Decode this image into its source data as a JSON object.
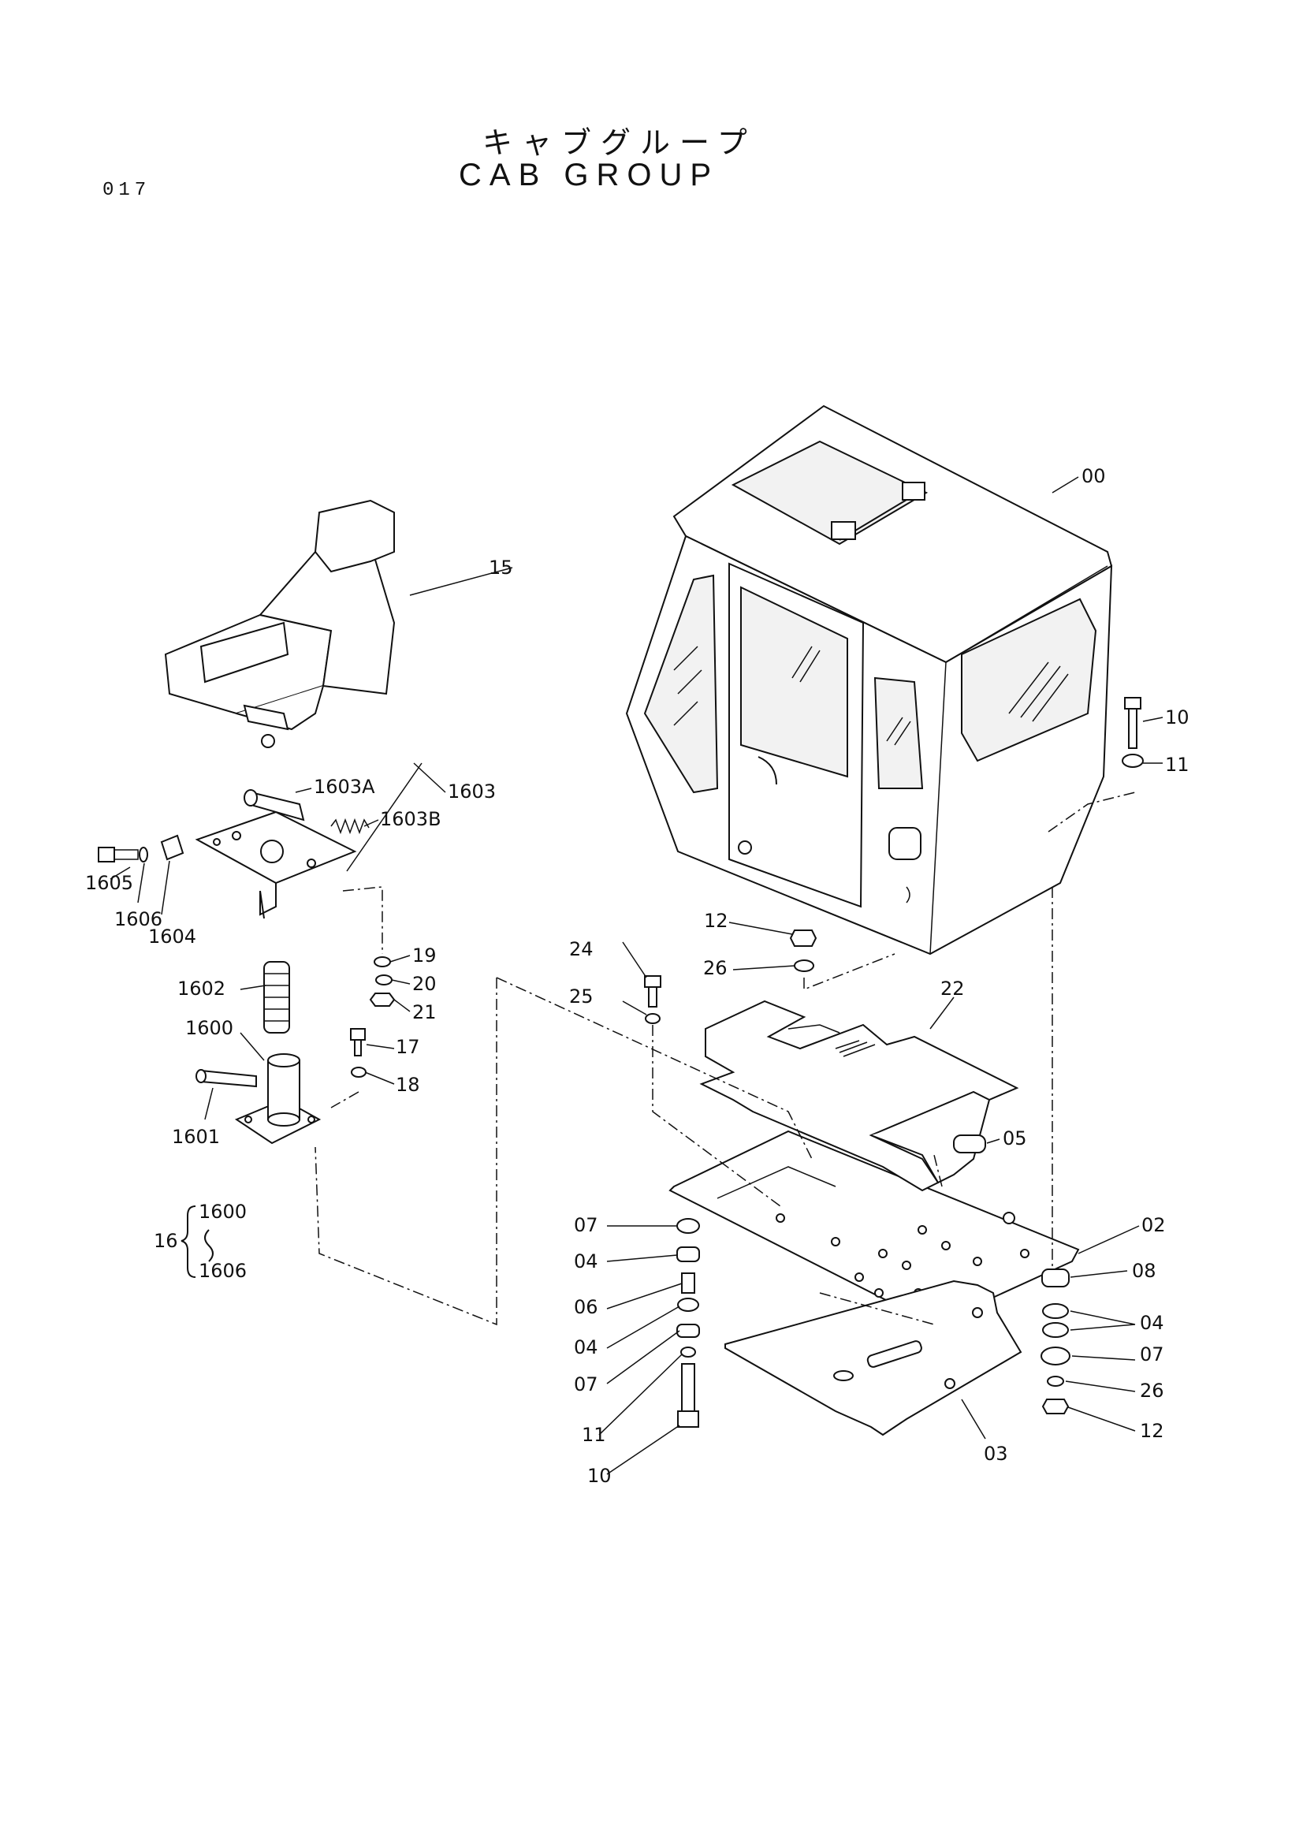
{
  "header": {
    "title_jp": "キャブグループ",
    "title_en": "CAB GROUP",
    "page_number": "017"
  },
  "callouts": {
    "c00": "00",
    "c02": "02",
    "c03": "03",
    "c04": "04",
    "c05": "05",
    "c06": "06",
    "c07": "07",
    "c08": "08",
    "c10": "10",
    "c11": "11",
    "c12": "12",
    "c15": "15",
    "c17": "17",
    "c18": "18",
    "c19": "19",
    "c20": "20",
    "c21": "21",
    "c22": "22",
    "c24": "24",
    "c25": "25",
    "c26": "26",
    "c1600": "1600",
    "c1601": "1601",
    "c1602": "1602",
    "c1603": "1603",
    "c1603a": "1603A",
    "c1603b": "1603B",
    "c1604": "1604",
    "c1605": "1605",
    "c1606": "1606"
  },
  "group16": {
    "label": "16",
    "from": "1600",
    "to": "1606"
  }
}
